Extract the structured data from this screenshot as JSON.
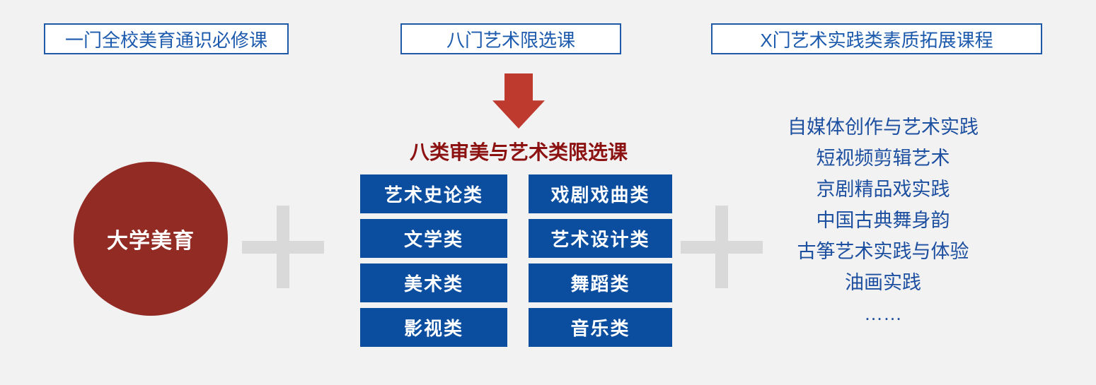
{
  "colors": {
    "background": "#F2F2F2",
    "box_border_blue": "#1E5AA8",
    "box_text_blue": "#1C5AAD",
    "arrow_red": "#BE3A2E",
    "heading_dark_red": "#8C1111",
    "circle_dark_red": "#922B24",
    "button_blue": "#0B4EA0",
    "plus_gray": "#D9D9D9",
    "list_text_blue": "#1D4FA0"
  },
  "icons": {
    "down_arrow": "down-arrow-icon",
    "plus": "plus-icon"
  },
  "top_boxes": [
    {
      "label": "一门全校美育通识必修课"
    },
    {
      "label": "八门艺术限选课"
    },
    {
      "label": "X门艺术实践类素质拓展课程"
    }
  ],
  "circle": {
    "label": "大学美育"
  },
  "center": {
    "heading": "八类审美与艺术类限选课",
    "categories": [
      "艺术史论类",
      "戏剧戏曲类",
      "文学类",
      "艺术设计类",
      "美术类",
      "舞蹈类",
      "影视类",
      "音乐类"
    ]
  },
  "right_list": {
    "items": [
      "自媒体创作与艺术实践",
      "短视频剪辑艺术",
      "京剧精品戏实践",
      "中国古典舞身韵",
      "古筝艺术实践与体验",
      "油画实践",
      "……"
    ]
  }
}
